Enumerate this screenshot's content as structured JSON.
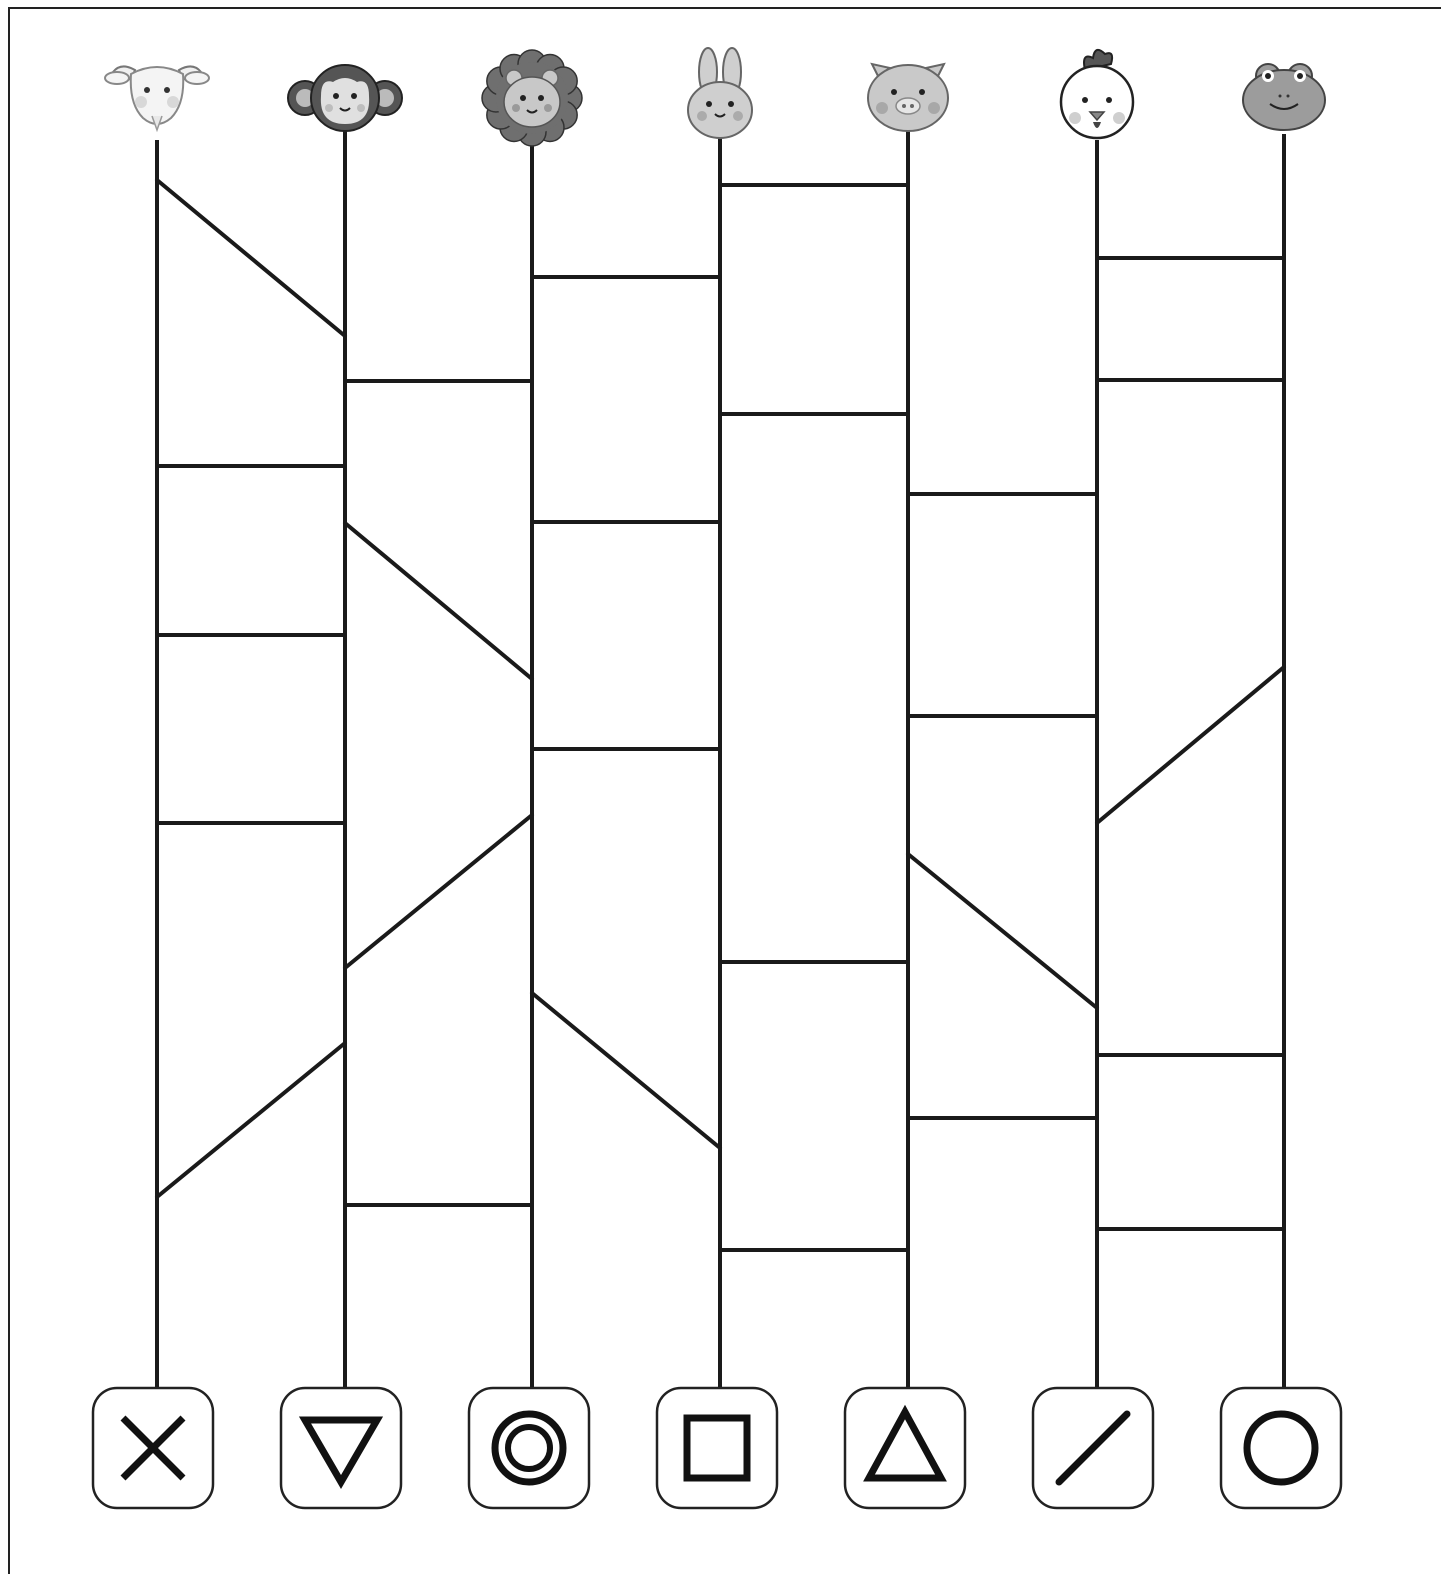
{
  "puzzle": {
    "type": "amidakuji-ladder",
    "animals": [
      {
        "name": "goat",
        "icon": "goat-icon"
      },
      {
        "name": "monkey",
        "icon": "monkey-icon"
      },
      {
        "name": "lion",
        "icon": "lion-icon"
      },
      {
        "name": "rabbit",
        "icon": "rabbit-icon"
      },
      {
        "name": "pig",
        "icon": "pig-icon"
      },
      {
        "name": "chicken",
        "icon": "chicken-icon"
      },
      {
        "name": "frog",
        "icon": "frog-icon"
      }
    ],
    "symbols": [
      {
        "name": "cross",
        "icon": "cross-symbol-icon"
      },
      {
        "name": "down-triangle",
        "icon": "down-triangle-symbol-icon"
      },
      {
        "name": "double-circle",
        "icon": "double-circle-symbol-icon"
      },
      {
        "name": "square",
        "icon": "square-symbol-icon"
      },
      {
        "name": "up-triangle",
        "icon": "up-triangle-symbol-icon"
      },
      {
        "name": "slash",
        "icon": "slash-symbol-icon"
      },
      {
        "name": "circle",
        "icon": "circle-symbol-icon"
      }
    ],
    "rungs": [
      {
        "from": 0,
        "to": 1,
        "slant": "down"
      },
      {
        "from": 0,
        "to": 1,
        "slant": "flat"
      },
      {
        "from": 0,
        "to": 1,
        "slant": "flat"
      },
      {
        "from": 0,
        "to": 1,
        "slant": "flat"
      },
      {
        "from": 0,
        "to": 1,
        "slant": "up"
      },
      {
        "from": 1,
        "to": 2,
        "slant": "flat"
      },
      {
        "from": 1,
        "to": 2,
        "slant": "down"
      },
      {
        "from": 1,
        "to": 2,
        "slant": "up"
      },
      {
        "from": 1,
        "to": 2,
        "slant": "flat"
      },
      {
        "from": 2,
        "to": 3,
        "slant": "flat"
      },
      {
        "from": 2,
        "to": 3,
        "slant": "flat"
      },
      {
        "from": 2,
        "to": 3,
        "slant": "flat"
      },
      {
        "from": 2,
        "to": 3,
        "slant": "down"
      },
      {
        "from": 3,
        "to": 4,
        "slant": "flat"
      },
      {
        "from": 3,
        "to": 4,
        "slant": "flat"
      },
      {
        "from": 3,
        "to": 4,
        "slant": "flat"
      },
      {
        "from": 3,
        "to": 4,
        "slant": "flat"
      },
      {
        "from": 4,
        "to": 5,
        "slant": "flat"
      },
      {
        "from": 4,
        "to": 5,
        "slant": "flat"
      },
      {
        "from": 4,
        "to": 5,
        "slant": "down"
      },
      {
        "from": 4,
        "to": 5,
        "slant": "flat"
      },
      {
        "from": 5,
        "to": 6,
        "slant": "flat"
      },
      {
        "from": 5,
        "to": 6,
        "slant": "flat"
      },
      {
        "from": 5,
        "to": 6,
        "slant": "up"
      },
      {
        "from": 5,
        "to": 6,
        "slant": "flat"
      },
      {
        "from": 5,
        "to": 6,
        "slant": "flat"
      }
    ]
  }
}
